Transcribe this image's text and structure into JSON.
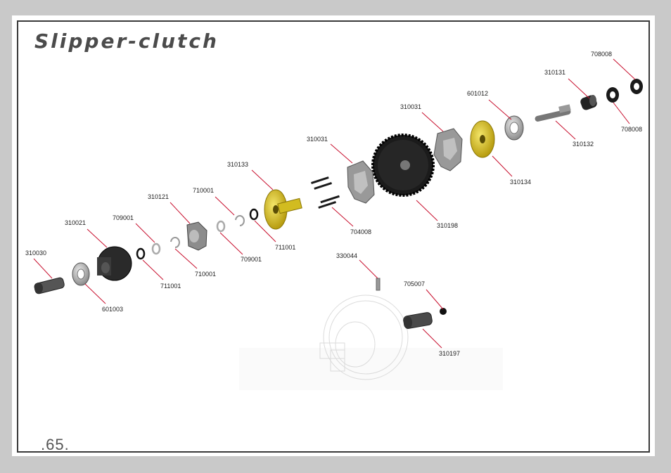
{
  "page": {
    "title": "Slipper-clutch",
    "page_number": ".65."
  },
  "parts": [
    {
      "id": "p1",
      "number": "708008"
    },
    {
      "id": "p2",
      "number": "310131"
    },
    {
      "id": "p3",
      "number": "708008"
    },
    {
      "id": "p4",
      "number": "601012"
    },
    {
      "id": "p5",
      "number": "310132"
    },
    {
      "id": "p6",
      "number": "310031"
    },
    {
      "id": "p7",
      "number": "310134"
    },
    {
      "id": "p8",
      "number": "310031"
    },
    {
      "id": "p9",
      "number": "310198"
    },
    {
      "id": "p10",
      "number": "310133"
    },
    {
      "id": "p11",
      "number": "704008"
    },
    {
      "id": "p12",
      "number": "710001"
    },
    {
      "id": "p13",
      "number": "711001"
    },
    {
      "id": "p14",
      "number": "310121"
    },
    {
      "id": "p15",
      "number": "709001"
    },
    {
      "id": "p16",
      "number": "709001"
    },
    {
      "id": "p17",
      "number": "310021"
    },
    {
      "id": "p18",
      "number": "710001"
    },
    {
      "id": "p19",
      "number": "711001"
    },
    {
      "id": "p20",
      "number": "310030"
    },
    {
      "id": "p21",
      "number": "601003"
    },
    {
      "id": "p22",
      "number": "330044"
    },
    {
      "id": "p23",
      "number": "705007"
    },
    {
      "id": "p24",
      "number": "310197"
    }
  ],
  "colors": {
    "leader": "#c8102e",
    "slipper_plate": "#d9c21a",
    "frame": "#3a3a3a"
  }
}
